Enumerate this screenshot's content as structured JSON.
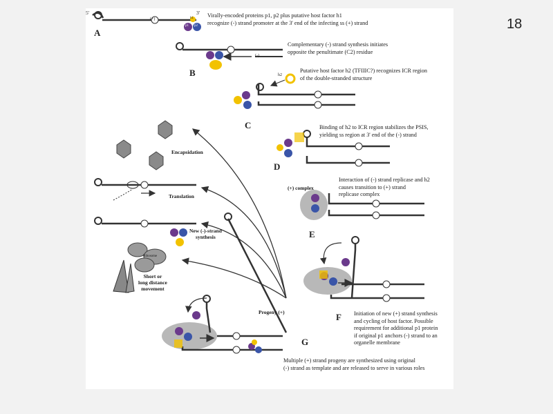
{
  "slide_number": "18",
  "panels": {
    "A": {
      "letter": "A",
      "caption": "Virally-encoded proteins p1, p2 plus putative host factor h1\nrecognize (-) strand promoter at the 3' end of the infecting ss (+) strand"
    },
    "B": {
      "letter": "B",
      "caption": "Complementary (-) strand synthesis initiates\nopposite the penultimate (C2) residue"
    },
    "C": {
      "letter": "C",
      "caption": "Putative host factor h2 (TFIIIC?) recognizes ICR region\nof the double-stranded structure"
    },
    "D": {
      "letter": "D",
      "caption": "Binding of h2 to ICR region stabilizes the PSIS,\nyielding ss region at 3' end of the (-) strand"
    },
    "E": {
      "letter": "E",
      "caption": "Interaction of (-) strand replicase and h2\ncauses transition to (+) strand\nreplicase complex"
    },
    "F": {
      "letter": "F",
      "caption": "Initiation of new (+) strand synthesis\nand cycling of host factor.  Possible\nrequirement for additional p1 protein\nif original p1 anchors (-) strand to an\norganelle membrane"
    },
    "G": {
      "letter": "G",
      "caption": "Multiple (+) strand progeny are synthesized using original\n(-) strand as template and are released to serve in various roles"
    }
  },
  "side_labels": {
    "encapsidation": "Encapsidation",
    "translation": "Translation",
    "new_minus_strand": "New (-)-strand\nsynthesis",
    "movement": "Short or\nlong distance\nmovement",
    "ribosome": "Ribosome",
    "progeny": "Progeny (+)",
    "plus_complex": "(+) complex"
  },
  "strand_marks": {
    "five_prime": "5'",
    "three_prime": "3'",
    "plus": "(+)",
    "minus": "(-)"
  },
  "protein_labels": {
    "p1": "p1",
    "p2": "p2",
    "h1": "h1",
    "h2": "h2"
  },
  "colors": {
    "strand": "#3a3a3a",
    "p1": "#6b3a8c",
    "p2": "#3a55a8",
    "host": "#f2c200",
    "complex": "#b8b8b8"
  }
}
